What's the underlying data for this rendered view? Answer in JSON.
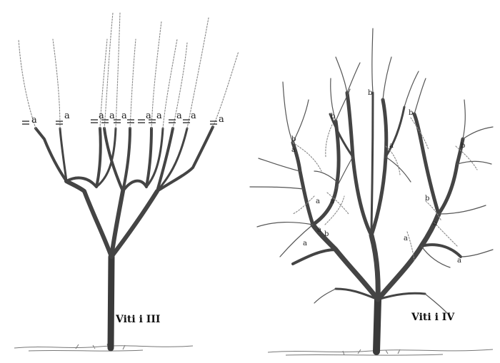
{
  "left_tree": {
    "caption": "Viti i III",
    "cut_label": "a"
  },
  "right_tree": {
    "caption": "Viti i IV",
    "label_a": "a",
    "label_b": "b"
  }
}
